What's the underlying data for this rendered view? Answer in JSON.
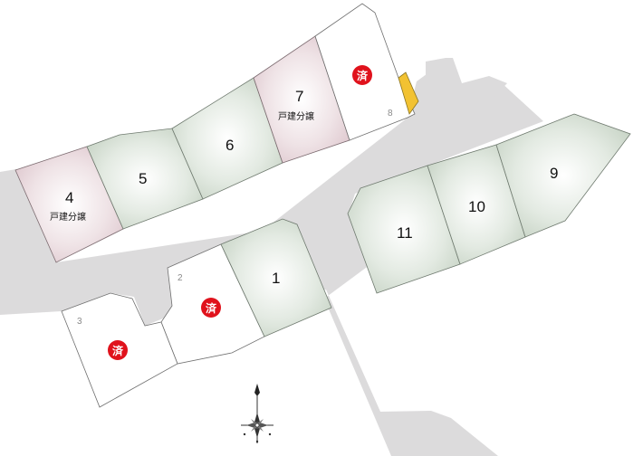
{
  "lots": [
    {
      "id": "lot-1",
      "label": "1",
      "status": "available"
    },
    {
      "id": "lot-2",
      "label": "2",
      "status": "sold",
      "sold_mark": "済"
    },
    {
      "id": "lot-3",
      "label": "3",
      "status": "sold",
      "sold_mark": "済"
    },
    {
      "id": "lot-4",
      "label": "4",
      "status": "detached",
      "tag": "戸建分譲"
    },
    {
      "id": "lot-5",
      "label": "5",
      "status": "available"
    },
    {
      "id": "lot-6",
      "label": "6",
      "status": "available"
    },
    {
      "id": "lot-7",
      "label": "7",
      "status": "detached",
      "tag": "戸建分譲"
    },
    {
      "id": "lot-8",
      "label": "8",
      "status": "sold",
      "sold_mark": "済"
    },
    {
      "id": "lot-9",
      "label": "9",
      "status": "available"
    },
    {
      "id": "lot-10",
      "label": "10",
      "status": "available"
    },
    {
      "id": "lot-11",
      "label": "11",
      "status": "available"
    }
  ],
  "colors": {
    "road": "#dcdbdc",
    "available": "#c8d4c6",
    "detached": "#e2cdd3",
    "sold": "#ffffff",
    "sold_mark": "#e0121c",
    "accent_small_lot": "#f2c232"
  },
  "icons": {
    "compass": "compass-rose-icon"
  }
}
